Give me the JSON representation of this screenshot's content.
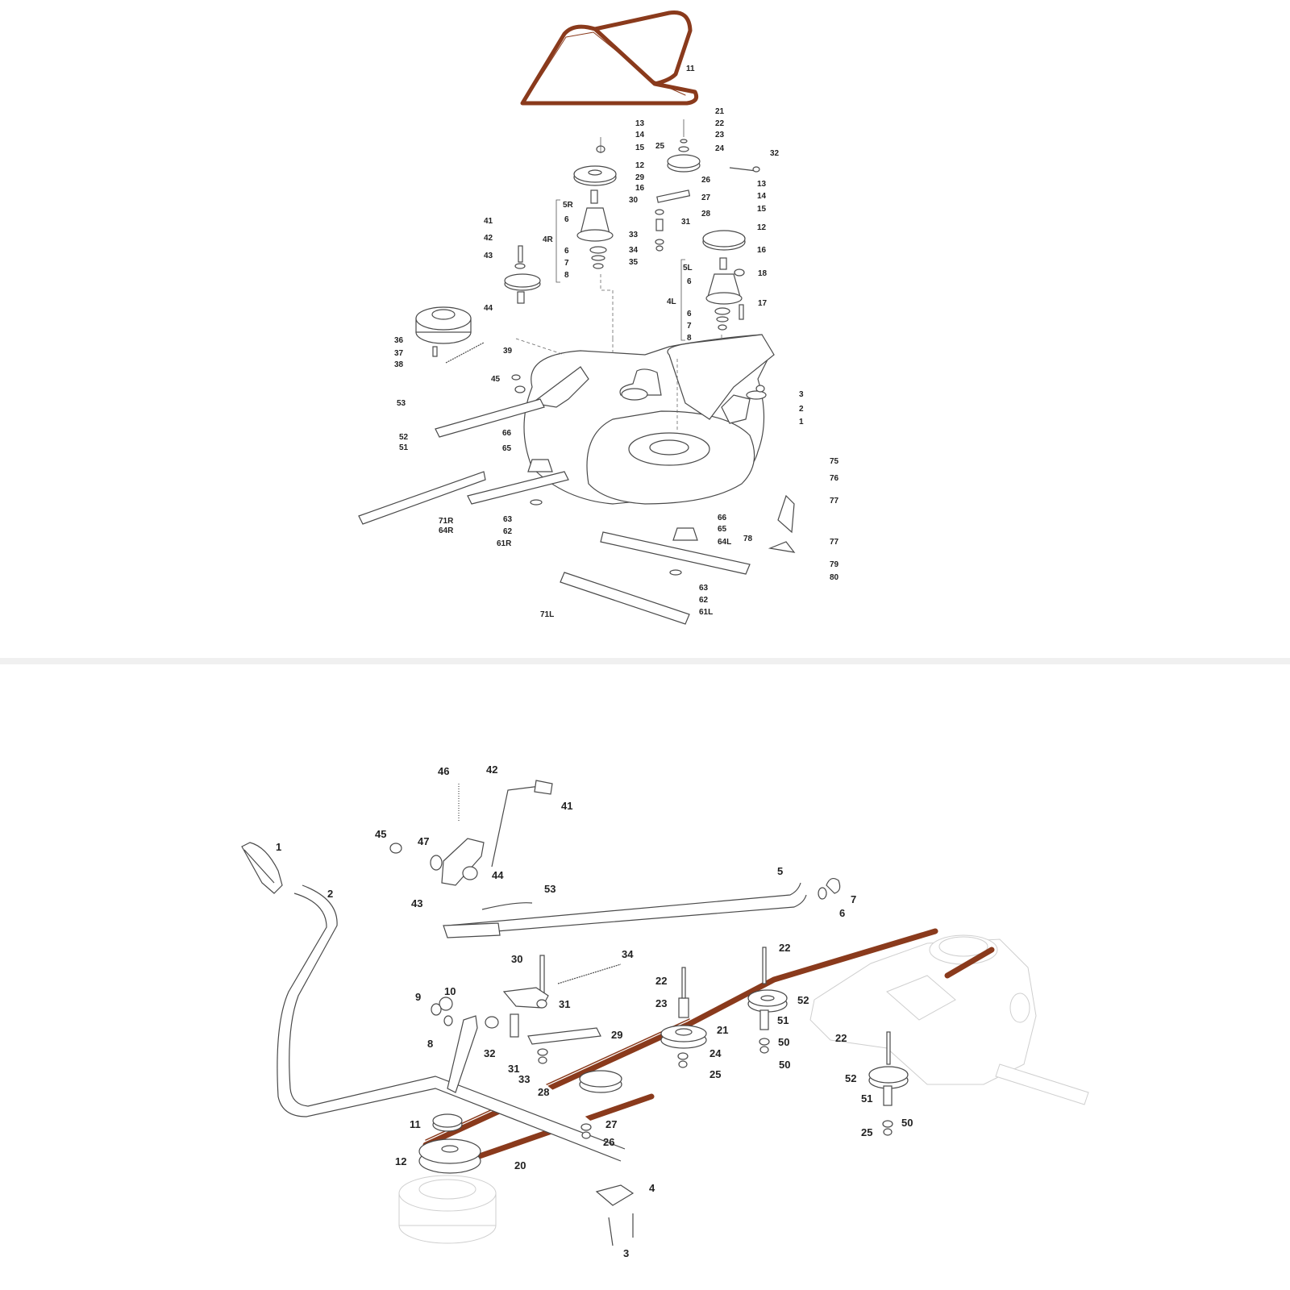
{
  "colors": {
    "belt": "#8a3a1c",
    "belt_light": "#b5603a",
    "line": "#4a4a4a",
    "faint": "#cfcfcf",
    "divider": "#f0f0f0"
  },
  "top_diagram": {
    "labels": [
      "11",
      "21",
      "13",
      "22",
      "14",
      "23",
      "15",
      "25",
      "24",
      "32",
      "12",
      "29",
      "26",
      "16",
      "30",
      "27",
      "5R",
      "13",
      "14",
      "28",
      "6",
      "31",
      "15",
      "4R",
      "33",
      "12",
      "41",
      "6",
      "34",
      "16",
      "35",
      "7",
      "42",
      "5L",
      "18",
      "8",
      "43",
      "6",
      "4L",
      "17",
      "44",
      "6",
      "7",
      "8",
      "36",
      "39",
      "37",
      "38",
      "3",
      "45",
      "2",
      "53",
      "1",
      "52",
      "51",
      "66",
      "65",
      "75",
      "76",
      "77",
      "63",
      "71R",
      "62",
      "64R",
      "61R",
      "66",
      "65",
      "64L",
      "77",
      "78",
      "79",
      "80",
      "63",
      "62",
      "61L",
      "71L"
    ]
  },
  "bottom_diagram": {
    "labels": [
      "46",
      "42",
      "41",
      "45",
      "47",
      "1",
      "44",
      "2",
      "43",
      "53",
      "5",
      "7",
      "6",
      "30",
      "34",
      "22",
      "10",
      "22",
      "9",
      "31",
      "23",
      "52",
      "29",
      "8",
      "21",
      "50",
      "51",
      "32",
      "24",
      "22",
      "31",
      "25",
      "50",
      "33",
      "52",
      "28",
      "51",
      "25",
      "50",
      "11",
      "27",
      "26",
      "12",
      "20",
      "4",
      "3"
    ]
  }
}
